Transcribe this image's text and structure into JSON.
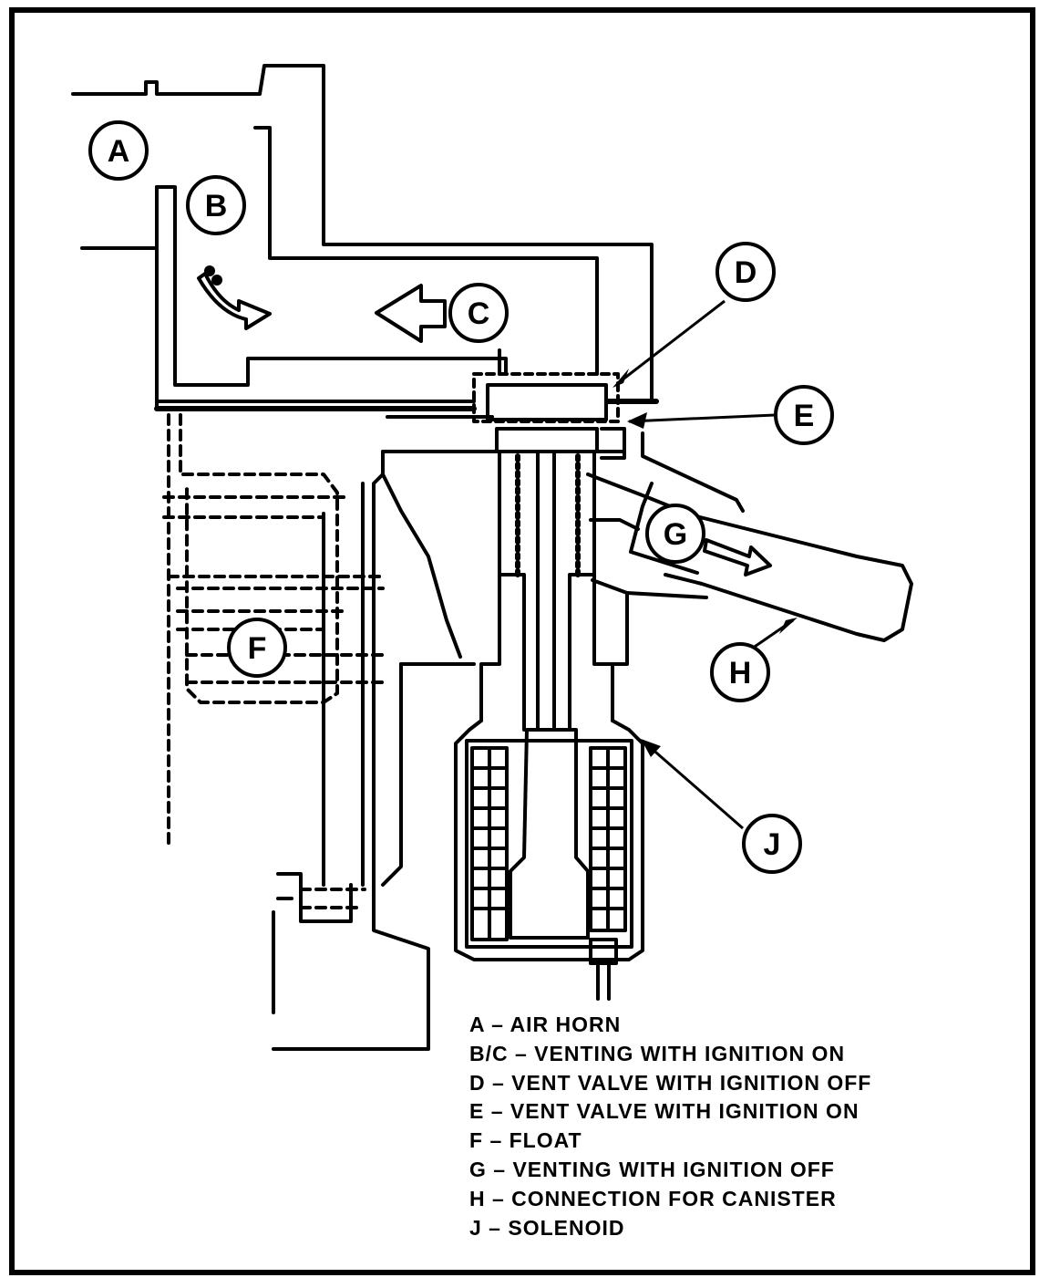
{
  "callouts": {
    "a": "A",
    "b": "B",
    "c": "C",
    "d": "D",
    "e": "E",
    "f": "F",
    "g": "G",
    "h": "H",
    "j": "J"
  },
  "legend": [
    "A – AIR HORN",
    "B/C – VENTING WITH IGNITION ON",
    "D – VENT VALVE WITH IGNITION OFF",
    "E – VENT VALVE WITH IGNITION ON",
    "F – FLOAT",
    "G – VENTING WITH IGNITION OFF",
    "H – CONNECTION FOR CANISTER",
    "J – SOLENOID"
  ],
  "colors": {
    "ink": "#000000",
    "paper": "#ffffff"
  }
}
